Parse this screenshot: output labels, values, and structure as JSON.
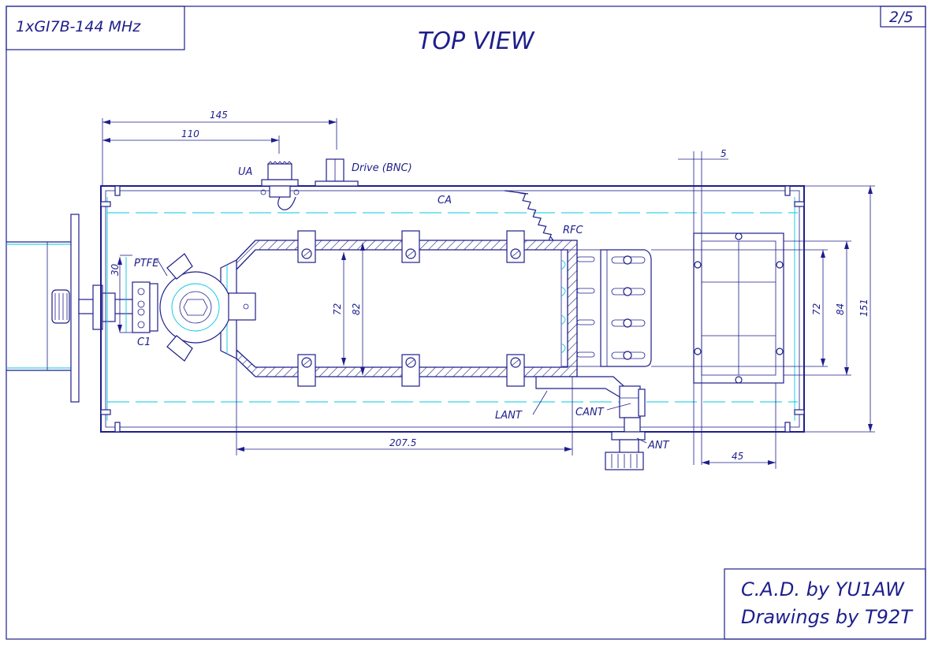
{
  "title_box": {
    "text": "1xGI7B-144 MHz"
  },
  "sheet_number": "2/5",
  "view_title": "TOP VIEW",
  "signature": {
    "line1": "C.A.D. by YU1AW",
    "line2": "Drawings by T92T"
  },
  "dimensions": {
    "d145": "145",
    "d110": "110",
    "d5": "5",
    "d30": "30",
    "d72_left": "72",
    "d82": "82",
    "d72_right": "72",
    "d84": "84",
    "d151": "151",
    "d207": "207.5",
    "d45": "45"
  },
  "labels": {
    "ua": "UA",
    "drive": "Drive (BNC)",
    "ca": "CA",
    "rfc": "RFC",
    "ptfe": "PTFE",
    "c1": "C1",
    "lant": "LANT",
    "cant": "CANT",
    "ant": "ANT"
  },
  "colors": {
    "line": "#1e1e8c",
    "construction": "#00c8e0",
    "background": "#ffffff"
  }
}
